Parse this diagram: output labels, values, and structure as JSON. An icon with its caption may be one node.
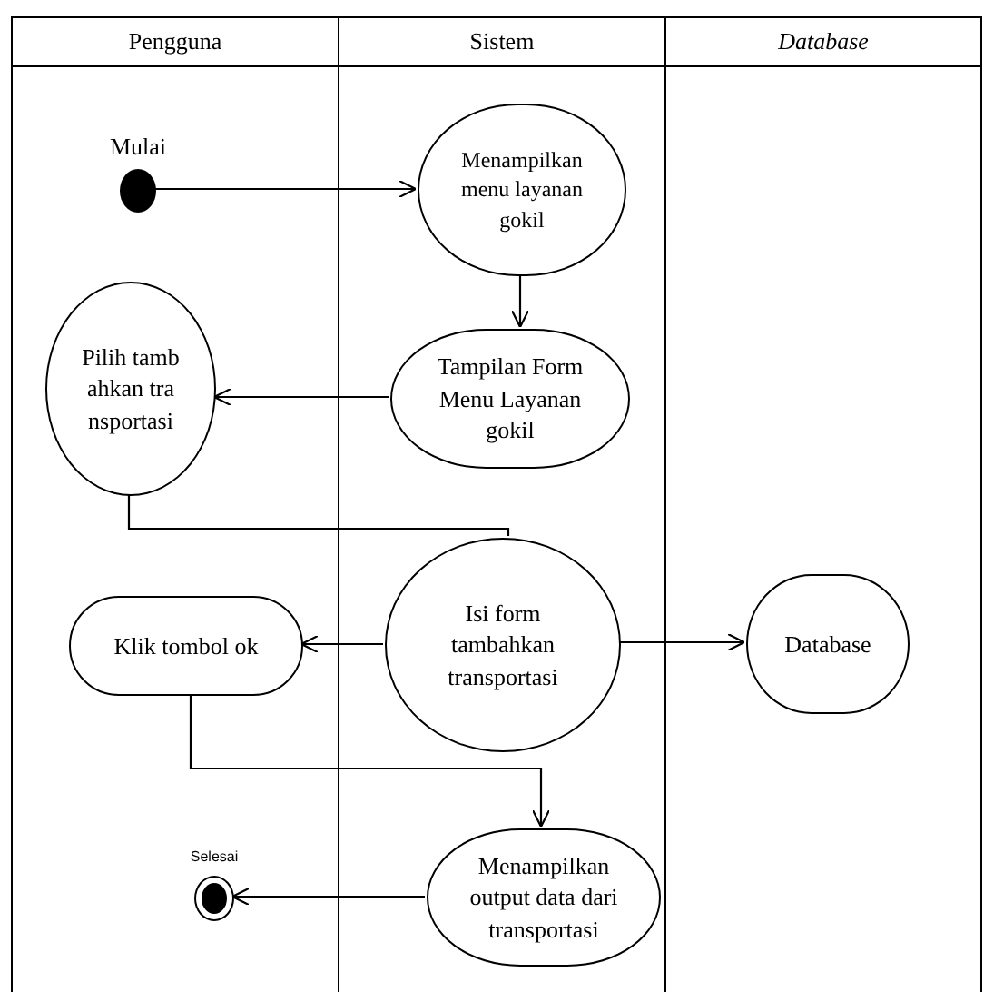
{
  "diagram": {
    "nodes": [
      {
        "text": [
          "Pengguna"
        ]
      },
      {
        "text": [
          "Sistem"
        ]
      },
      {
        "text": [
          "Database"
        ]
      },
      {
        "text": [],
        "shape": "circle",
        "beside": [
          "Mulai"
        ],
        "in": 0
      },
      {
        "text": [
          "Menampilkan menu layanan gokil"
        ],
        "in": 1
      },
      {
        "text": [
          "Pilih tambahkan transportasi"
        ],
        "in": 0
      },
      {
        "text": [
          "Tampilan Form Menu Layanan gokil"
        ],
        "in": 1
      },
      {
        "text": [
          "Isi form tambahkan transportasi"
        ],
        "in": 1
      },
      {
        "text": [
          "Database"
        ],
        "in": 2
      },
      {
        "text": [
          "Klik tombol ok"
        ],
        "in": 0
      },
      {
        "text": [
          "Menampilkan output data dari transportasi"
        ],
        "in": 1
      },
      {
        "text": [],
        "shape": "circle",
        "beside": [
          "Selesai"
        ],
        "in": 0
      }
    ],
    "edges": [
      {
        "from": 3,
        "to": 4,
        "arrow": "to"
      },
      {
        "from": 4,
        "to": 6,
        "arrow": "to"
      },
      {
        "from": 6,
        "to": 5,
        "arrow": "to"
      },
      {
        "from": 5,
        "to": 7,
        "arrow": "none"
      },
      {
        "from": 7,
        "to": 9,
        "arrow": "to"
      },
      {
        "from": 7,
        "to": 8,
        "arrow": "to"
      },
      {
        "from": 9,
        "to": 10,
        "arrow": "to"
      },
      {
        "from": 10,
        "to": 11,
        "arrow": "to"
      }
    ]
  }
}
